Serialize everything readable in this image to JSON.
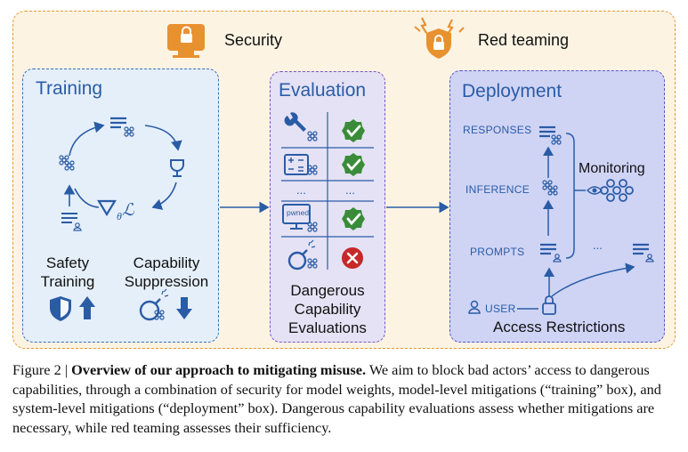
{
  "header": {
    "security_label": "Security",
    "red_teaming_label": "Red teaming"
  },
  "training": {
    "title": "Training",
    "theta_label": "θ",
    "loss_label": "ℒ",
    "safety_line1": "Safety",
    "safety_line2": "Training",
    "capability_line1": "Capability",
    "capability_line2": "Suppression"
  },
  "evaluation": {
    "title": "Evaluation",
    "ellipsis": "...",
    "pwned_text": "pwned",
    "caption_line1": "Dangerous",
    "caption_line2": "Capability",
    "caption_line3": "Evaluations"
  },
  "deployment": {
    "title": "Deployment",
    "responses_label": "RESPONSES",
    "inference_label": "INFERENCE",
    "prompts_label": "PROMPTS",
    "monitoring_label": "Monitoring",
    "ellipsis": "...",
    "user_label": "USER",
    "access_label": "Access Restrictions"
  },
  "caption": {
    "figure_label": "Figure 2 |",
    "bold_title": "Overview of our approach to mitigating misuse.",
    "body": "We aim to block bad actors’ access to dangerous capabilities, through a combination of security for model weights, model-level mitigations (“training” box), and system-level mitigations (“deployment” box). Dangerous capability evaluations assess whether mitigations are necessary, while red teaming assesses their sufficiency."
  },
  "colors": {
    "accent_blue": "#2a5ca6",
    "orange": "#e8912f",
    "green_check": "#3a8c3a",
    "red_cross": "#c62828"
  }
}
